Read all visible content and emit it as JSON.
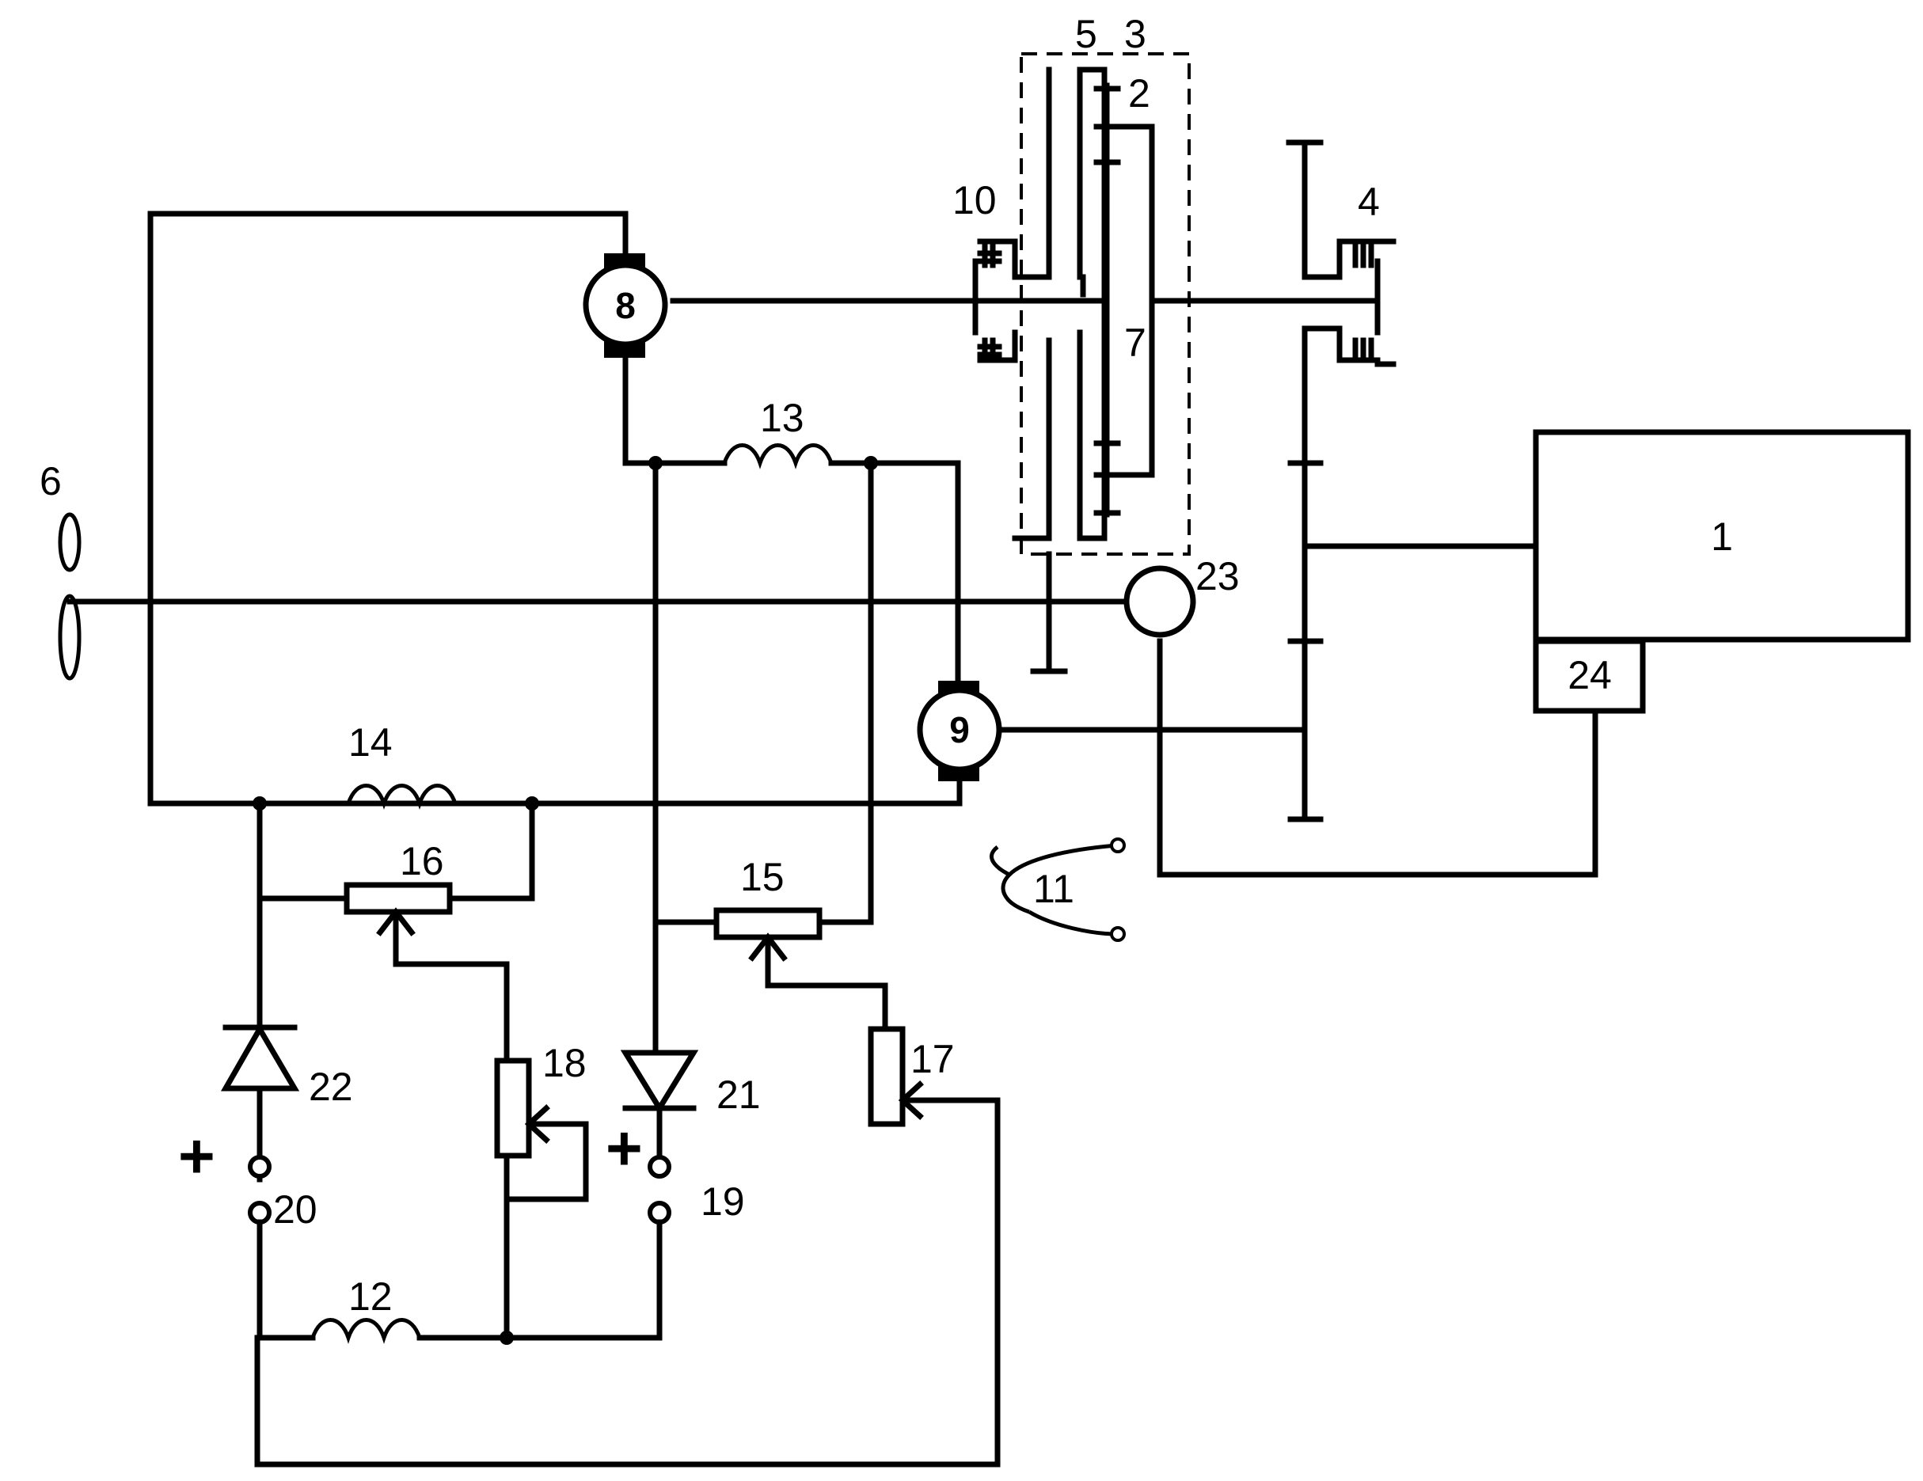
{
  "diagram": {
    "labels": {
      "l1": "1",
      "l2": "2",
      "l3": "3",
      "l4": "4",
      "l5": "5",
      "l6": "6",
      "l7": "7",
      "l8": "8",
      "l9": "9",
      "l10": "10",
      "l11": "11",
      "l12": "12",
      "l13": "13",
      "l14": "14",
      "l15": "15",
      "l16": "16",
      "l17": "17",
      "l18": "18",
      "l19": "19",
      "l20": "20",
      "l21": "21",
      "l22": "22",
      "l23": "23",
      "l24": "24"
    },
    "polarity": {
      "plus_20": "+",
      "plus_19": "+"
    }
  }
}
